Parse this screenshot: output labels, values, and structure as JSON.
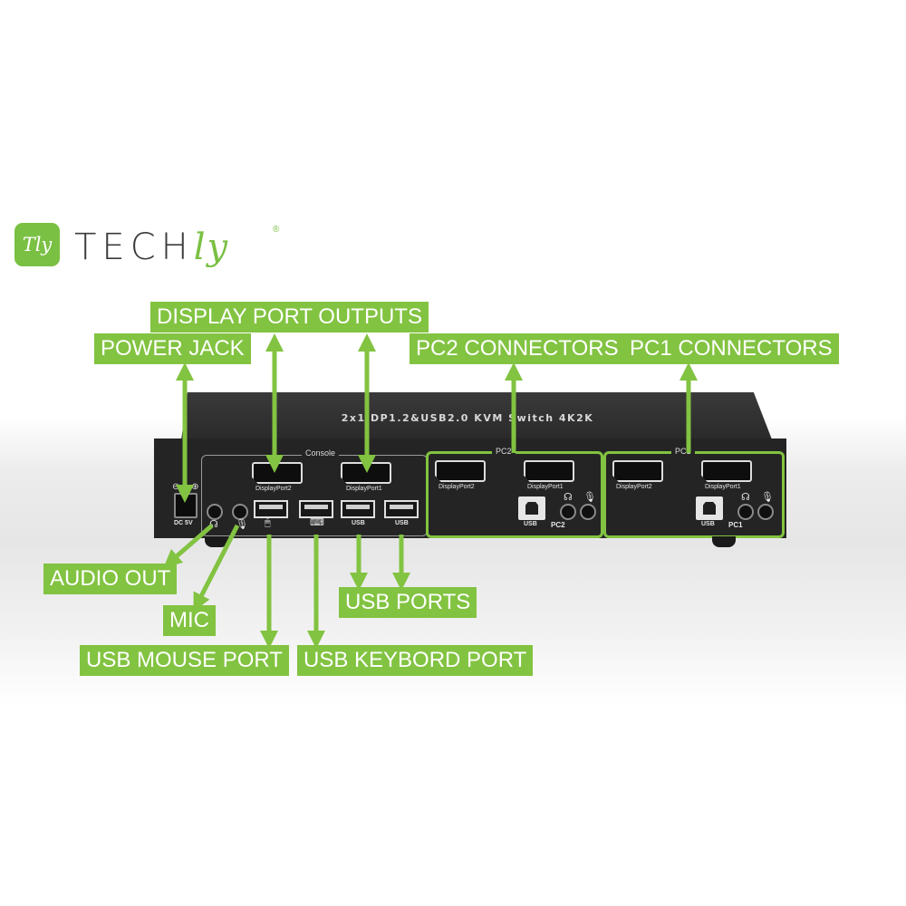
{
  "logo": {
    "badge": "Tly",
    "word_main": "TECH",
    "word_accent": "ly",
    "registered": "®"
  },
  "device": {
    "title": "2x1 DP1.2&USB2.0 KVM Switch 4K2K",
    "console_caption": "Console",
    "pc2_caption": "PC2",
    "pc1_caption": "PC1",
    "dp2_label": "DisplayPort2",
    "dp1_label": "DisplayPort1",
    "dc_label": "DC 5V",
    "usb_label": "USB",
    "pc2_tag": "PC2",
    "pc1_tag": "PC1"
  },
  "labels": {
    "display_port_outputs": "DISPLAY PORT OUTPUTS",
    "power_jack": "POWER JACK",
    "pc2_connectors": "PC2 CONNECTORS",
    "pc1_connectors": "PC1 CONNECTORS",
    "audio_out": "AUDIO OUT",
    "mic": "MIC",
    "usb_ports": "USB PORTS",
    "usb_mouse_port": "USB MOUSE PORT",
    "usb_keybord_port": "USB KEYBORD PORT"
  },
  "colors": {
    "accent_green": "#82c341",
    "device_body": "#242424"
  },
  "icons": {
    "headphone": "headphone-icon",
    "microphone": "microphone-icon",
    "mouse": "mouse-icon",
    "keyboard": "keyboard-icon",
    "power_polarity": "power-polarity-icon"
  }
}
